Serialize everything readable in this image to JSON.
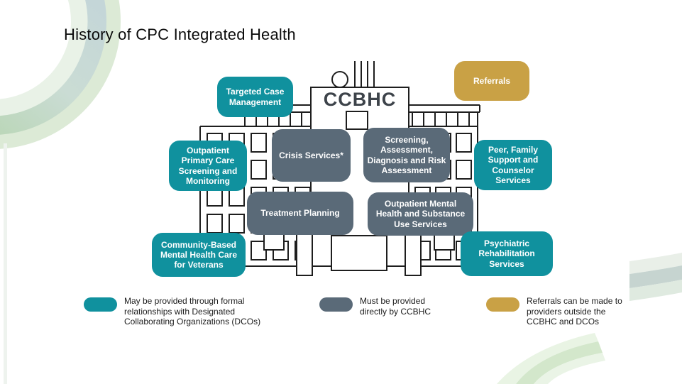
{
  "slide": {
    "title": "History of CPC Integrated Health"
  },
  "building": {
    "label": "CCBHC"
  },
  "boxes": [
    {
      "label": "Targeted Case Management",
      "category": "dco"
    },
    {
      "label": "Referrals",
      "category": "referral"
    },
    {
      "label": "Crisis Services*",
      "category": "ccbhc"
    },
    {
      "label": "Screening, Assessment, Diagnosis and Risk Assessment",
      "category": "ccbhc"
    },
    {
      "label": "Outpatient Primary Care Screening and Monitoring",
      "category": "dco"
    },
    {
      "label": "Peer, Family Support and Counselor Services",
      "category": "dco"
    },
    {
      "label": "Treatment Planning",
      "category": "ccbhc"
    },
    {
      "label": "Outpatient Mental Health and Substance Use Services",
      "category": "ccbhc"
    },
    {
      "label": "Community-Based Mental Health Care for Veterans",
      "category": "dco"
    },
    {
      "label": "Psychiatric Rehabilitation Services",
      "category": "dco"
    }
  ],
  "legend": [
    {
      "swatch": "teal",
      "color": "#10919E",
      "text": "May be provided through formal relationships with Designated Collaborating Organizations (DCOs)"
    },
    {
      "swatch": "slate",
      "color": "#5A6A78",
      "text": "Must be provided directly by CCBHC"
    },
    {
      "swatch": "gold",
      "color": "#C9A145",
      "text": "Referrals can be made to providers outside the CCBHC and DCOs"
    }
  ],
  "colors": {
    "dco_teal": "#10919E",
    "ccbhc_slate": "#5A6A78",
    "referral_gold": "#C9A145",
    "building_line": "#1e1e1e",
    "building_label_text": "#3d434a"
  }
}
